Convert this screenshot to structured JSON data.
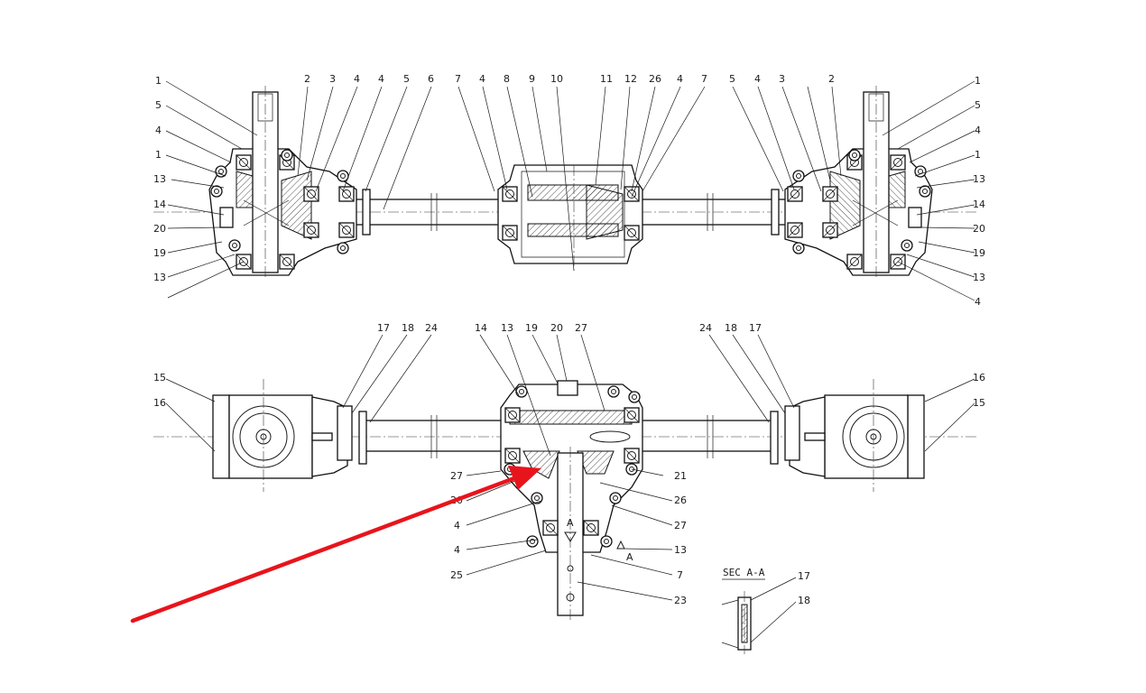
{
  "colors": {
    "line": "#1a1a1a",
    "arrow": "#e8141c",
    "background": "#ffffff"
  },
  "top_view": {
    "labels_top": [
      "2",
      "3",
      "4",
      "4",
      "5",
      "6",
      "7",
      "4",
      "8",
      "9",
      "10",
      "11",
      "12",
      "26",
      "4",
      "7",
      "5",
      "4",
      "3",
      "2"
    ],
    "labels_left": [
      "1",
      "5",
      "4",
      "1",
      "13",
      "14",
      "20",
      "19",
      "13"
    ],
    "labels_right": [
      "1",
      "5",
      "4",
      "1",
      "13",
      "14",
      "20",
      "19",
      "13",
      "4"
    ]
  },
  "bottom_view": {
    "labels_left_top": [
      "17",
      "18",
      "24"
    ],
    "labels_center_top": [
      "14",
      "13",
      "19",
      "20",
      "27"
    ],
    "labels_right_top": [
      "24",
      "18",
      "17"
    ],
    "labels_left_side": [
      "15",
      "16"
    ],
    "labels_right_side": [
      "16",
      "15"
    ],
    "labels_center_left": [
      "27",
      "20",
      "4",
      "4",
      "25"
    ],
    "labels_center_right": [
      "21",
      "26",
      "27",
      "13",
      "7",
      "23"
    ],
    "section_mark": "A"
  },
  "section_view": {
    "title": "SEC A-A",
    "labels": [
      "17",
      "18"
    ]
  },
  "annotation": {
    "arrow": "red-pointer-arrow"
  }
}
